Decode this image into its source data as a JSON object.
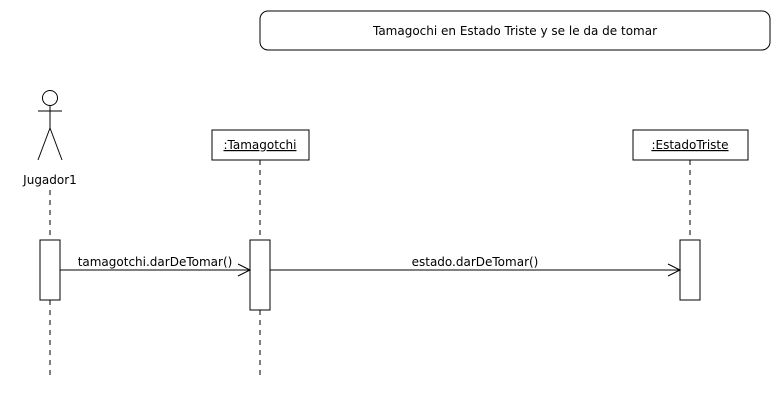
{
  "note": {
    "text": "Tamagochi en Estado Triste y se le da de tomar"
  },
  "actor": {
    "name": "Jugador1"
  },
  "lifelines": [
    {
      "label": ":Tamagotchi"
    },
    {
      "label": ":EstadoTriste"
    }
  ],
  "messages": [
    {
      "label": "tamagotchi.darDeTomar()"
    },
    {
      "label": "estado.darDeTomar()"
    }
  ],
  "colors": {
    "stroke": "#000000",
    "background": "#ffffff"
  }
}
